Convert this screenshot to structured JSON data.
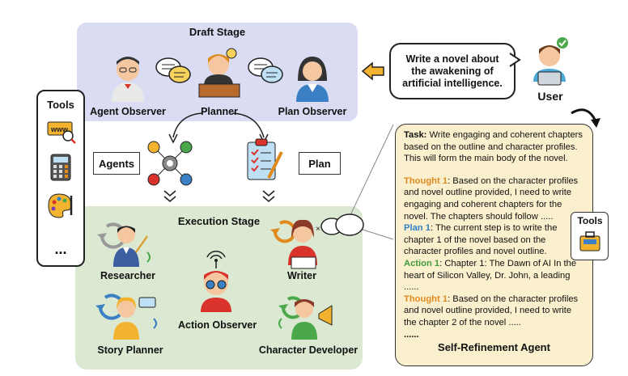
{
  "draft_stage": {
    "title": "Draft Stage",
    "agent_observer": "Agent Observer",
    "planner": "Planner",
    "plan_observer": "Plan Observer"
  },
  "user": {
    "prompt": "Write a novel about\nthe awakening of\nartificial intelligence.",
    "label": "User"
  },
  "tools": {
    "title": "Tools",
    "more": "...",
    "icons": [
      "web-search-icon",
      "calculator-icon",
      "palette-icon"
    ]
  },
  "middle": {
    "agents_label": "Agents",
    "plan_label": "Plan"
  },
  "execution_stage": {
    "title": "Execution Stage",
    "researcher": "Researcher",
    "writer": "Writer",
    "action_observer": "Action Observer",
    "story_planner": "Story Planner",
    "character_developer": "Character Developer"
  },
  "self_refinement": {
    "task_key": "Task:",
    "task_text": " Write engaging and coherent chapters based on the outline and character profiles. This will form the main body of the novel.",
    "thought1_key": "Thought 1",
    "thought1_text": ": Based on the character profiles and novel outline provided, I need to write engaging and coherent chapters for the novel. The chapters should follow .....",
    "plan1_key": "Plan 1",
    "plan1_text": ":  The current step is to write the chapter 1 of the novel based on the character profiles and novel outline.",
    "action1_key": "Action 1",
    "action1_text": ": Chapter 1: The Dawn of AI In the heart of Silicon Valley, Dr. John, a leading ......",
    "thought1b_key": "Thought 1",
    "thought1b_text": ": Based on the character profiles and novel outline provided, I need to write the chapter 2 of the novel  .....",
    "ellipsis": "......",
    "title": "Self-Refinement Agent",
    "tools_label": "Tools"
  },
  "colors": {
    "draft_bg": "#d9dcf3",
    "exec_bg": "#dbe9d2",
    "task_bg": "#fbf0ce",
    "thought": "#e08a1e",
    "plan": "#2d7fc4",
    "action": "#3f9a3a"
  }
}
